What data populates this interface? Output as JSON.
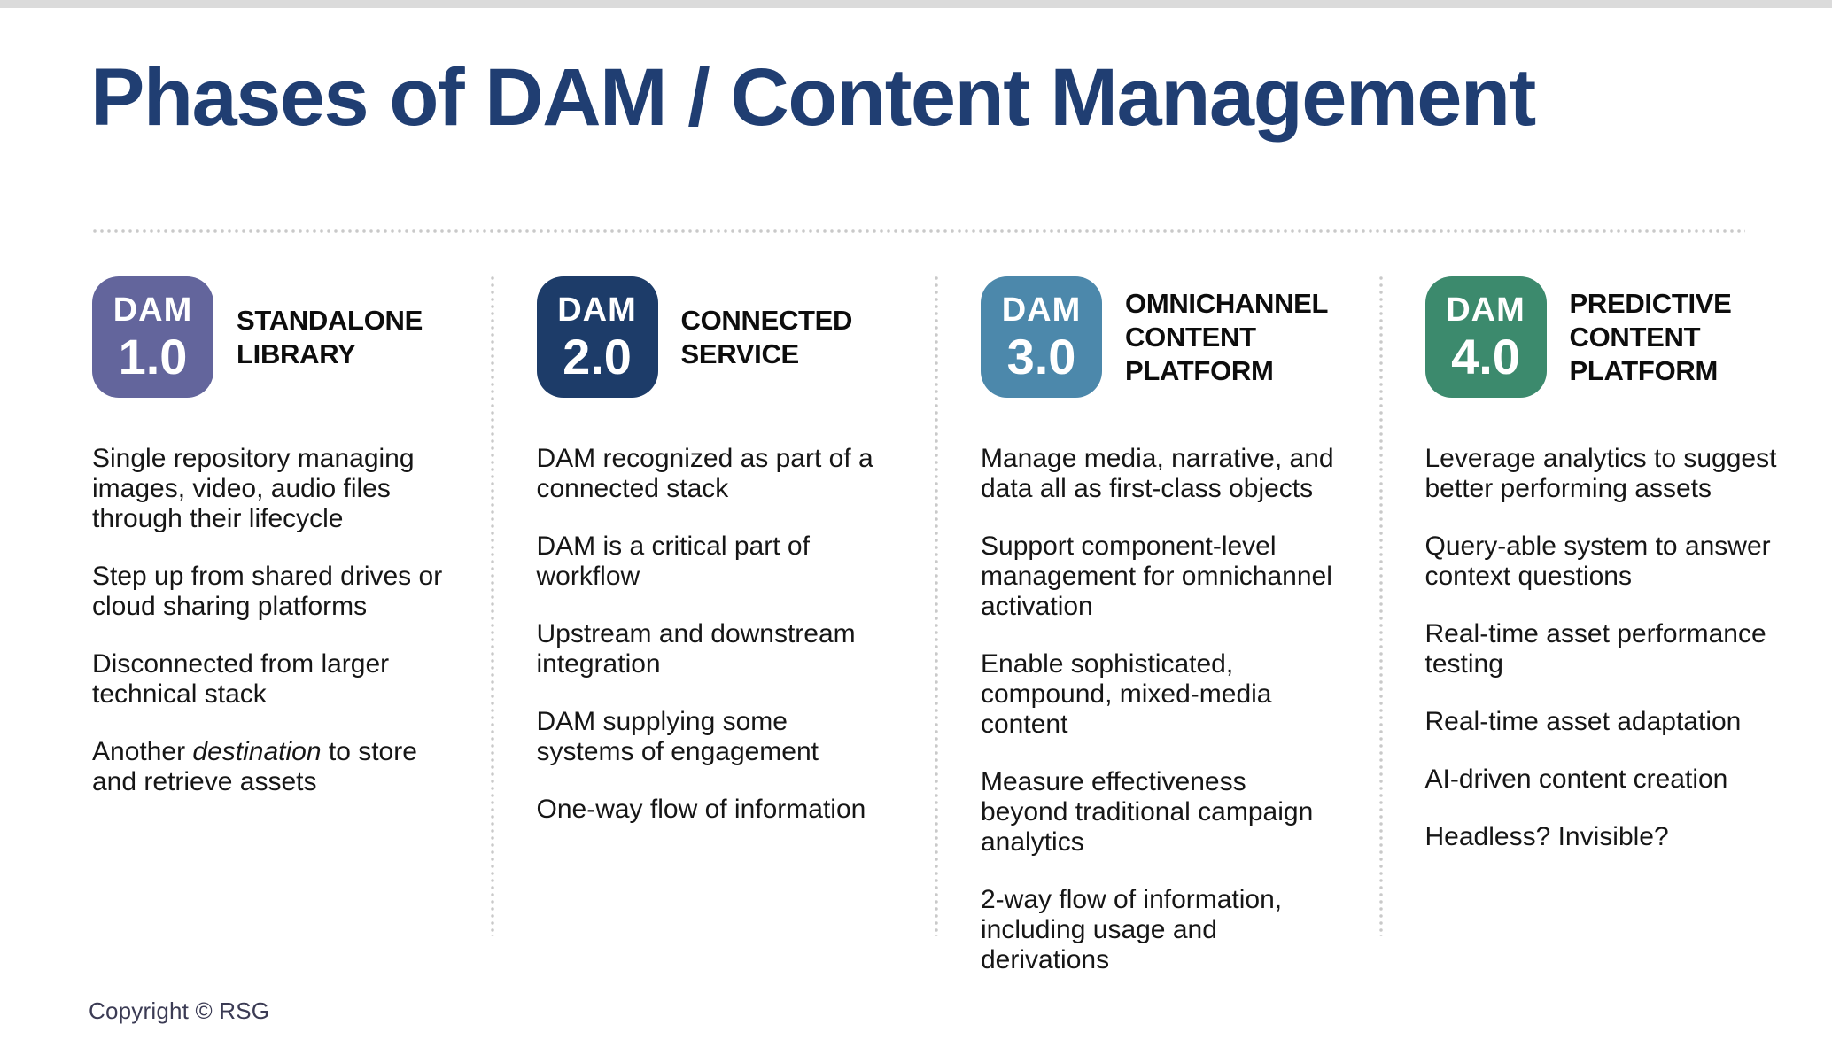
{
  "page": {
    "title": "Phases of DAM / Content Management",
    "footer": "Copyright © RSG",
    "colors": {
      "title_text": "#203E72",
      "top_bar": "#DBDBDB",
      "divider_dots": "#C9C9C9",
      "body_text": "#161616",
      "footer_text": "#3B3B54"
    }
  },
  "columns": [
    {
      "badge": {
        "label": "DAM",
        "version": "1.0",
        "color": "#63659C"
      },
      "heading": "STANDALONE LIBRARY",
      "bullets": [
        "Single repository managing images, video, audio files through their lifecycle",
        "Step up from shared drives or cloud sharing platforms",
        "Disconnected from larger technical stack",
        "Another *destination* to store and retrieve assets"
      ]
    },
    {
      "badge": {
        "label": "DAM",
        "version": "2.0",
        "color": "#1D3C69"
      },
      "heading": "CONNECTED SERVICE",
      "bullets": [
        "DAM recognized as part of a connected stack",
        "DAM is a critical part of workflow",
        "Upstream and downstream integration",
        "DAM supplying some systems of engagement",
        "One-way flow of information"
      ]
    },
    {
      "badge": {
        "label": "DAM",
        "version": "3.0",
        "color": "#4C88AB"
      },
      "heading": "OMNICHANNEL CONTENT PLATFORM",
      "bullets": [
        "Manage media, narrative, and data all as first-class objects",
        "Support component-level management for omnichannel activation",
        "Enable sophisticated, compound, mixed-media content",
        "Measure effectiveness beyond traditional campaign analytics",
        "2-way flow of information, including usage and derivations"
      ]
    },
    {
      "badge": {
        "label": "DAM",
        "version": "4.0",
        "color": "#3C8A6D"
      },
      "heading": "PREDICTIVE CONTENT PLATFORM",
      "bullets": [
        "Leverage analytics to suggest better performing assets",
        "Query-able system to answer context questions",
        "Real-time asset performance testing",
        "Real-time asset adaptation",
        "AI-driven content creation",
        "Headless? Invisible?"
      ]
    }
  ]
}
